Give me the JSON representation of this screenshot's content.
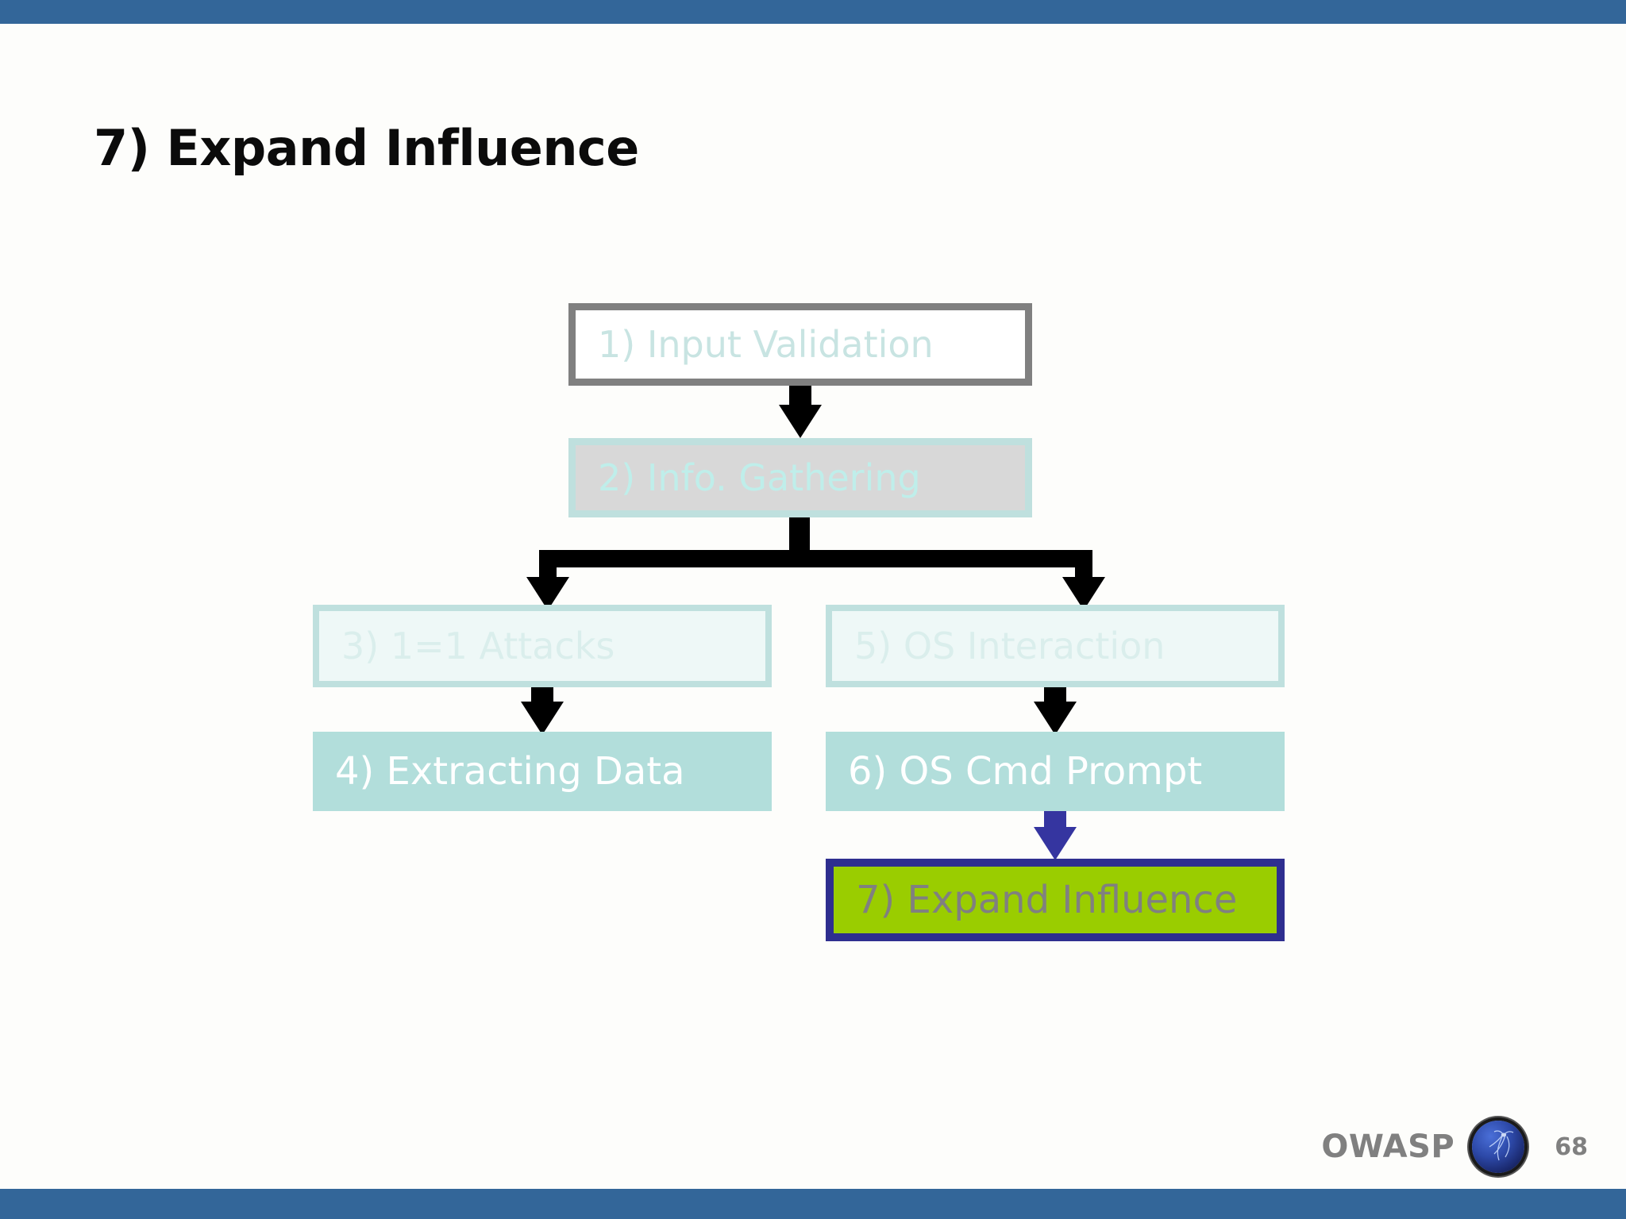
{
  "slide": {
    "title": "7) Expand Influence",
    "page_number": "68",
    "top_bar_color": "#336699",
    "bottom_bar_color": "#336699",
    "background_color": "#fdfdfb"
  },
  "footer": {
    "brand": "OWASP",
    "logo_icon": "owasp-sphere-icon",
    "brand_color": "#808080"
  },
  "diagram": {
    "type": "flowchart",
    "nodes": [
      {
        "id": "1",
        "label": "1) Input Validation",
        "state": "dimmed-framed",
        "fill": "#ffffff",
        "border": "#808080",
        "text_color": "#c8e4e2"
      },
      {
        "id": "2",
        "label": "2) Info. Gathering",
        "state": "dimmed-gray",
        "fill": "#d8d8d8",
        "border": "#bfe0de",
        "text_color": "#bfeeea"
      },
      {
        "id": "3",
        "label": "3) 1=1 Attacks",
        "state": "dimmed",
        "fill": "#eef8f7",
        "border": "#bfe0de",
        "text_color": "#daeeec"
      },
      {
        "id": "4",
        "label": "4) Extracting Data",
        "state": "normal",
        "fill": "#b2dedb",
        "border": "none",
        "text_color": "#ffffff"
      },
      {
        "id": "5",
        "label": "5) OS Interaction",
        "state": "dimmed",
        "fill": "#eef8f7",
        "border": "#bfe0de",
        "text_color": "#daeeec"
      },
      {
        "id": "6",
        "label": "6) OS Cmd Prompt",
        "state": "normal",
        "fill": "#b2dedb",
        "border": "none",
        "text_color": "#ffffff"
      },
      {
        "id": "7",
        "label": "7) Expand Influence",
        "state": "highlighted",
        "fill": "#9ACD00",
        "border": "#2e2e8f",
        "text_color": "#808080"
      }
    ],
    "edges": [
      {
        "from": "1",
        "to": "2",
        "color": "#000000",
        "style": "arrow-down"
      },
      {
        "from": "2",
        "to": "3",
        "color": "#000000",
        "style": "split-arrow-down-left"
      },
      {
        "from": "2",
        "to": "5",
        "color": "#000000",
        "style": "split-arrow-down-right"
      },
      {
        "from": "3",
        "to": "4",
        "color": "#000000",
        "style": "arrow-down"
      },
      {
        "from": "5",
        "to": "6",
        "color": "#000000",
        "style": "arrow-down"
      },
      {
        "from": "6",
        "to": "7",
        "color": "#3535a0",
        "style": "arrow-down"
      }
    ]
  }
}
